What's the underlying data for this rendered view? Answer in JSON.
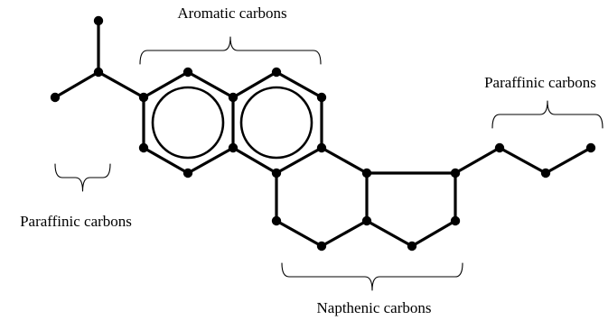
{
  "labels": {
    "aromatic": "Aromatic carbons",
    "paraffinic_left": "Paraffinic carbons",
    "paraffinic_right": "Paraffinic carbons",
    "napthenic": "Napthenic carbons"
  },
  "colors": {
    "ink": "#000000",
    "background": "#ffffff"
  }
}
